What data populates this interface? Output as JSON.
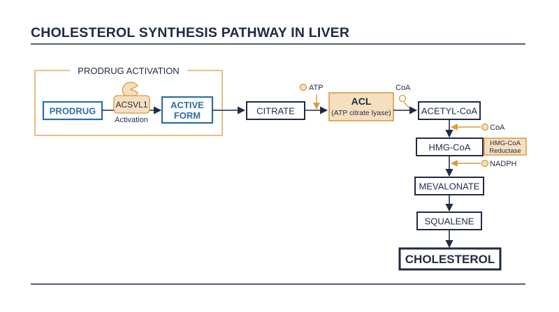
{
  "title": "CHOLESTEROL SYNTHESIS PATHWAY IN LIVER",
  "colors": {
    "navy": "#1f2a44",
    "blue": "#2a6fa8",
    "gold": "#d99a3c",
    "gold_fill": "#f6dfc0"
  },
  "prodrug_group": {
    "label": "PRODRUG ACTIVATION",
    "prodrug": "PRODRUG",
    "enzyme": "ACSVL1",
    "enzyme_icon": "enzyme-pacman-icon",
    "step_label": "Activation",
    "active_form_line1": "ACTIVE",
    "active_form_line2": "FORM"
  },
  "pathway": {
    "citrate": "CITRATE",
    "acl_name": "ACL",
    "acl_full": "(ATP citrate lyase)",
    "atp": "ATP",
    "coa_out": "CoA",
    "acetyl_coa": "ACETYL-CoA",
    "coa_in": "CoA",
    "hmg_coa": "HMG-CoA",
    "hmg_reductase_line1": "HMG-CoA",
    "hmg_reductase_line2": "Reductase",
    "nadph": "NADPH",
    "mevalonate": "MEVALONATE",
    "squalene": "SQUALENE",
    "cholesterol": "CHOLESTEROL"
  }
}
